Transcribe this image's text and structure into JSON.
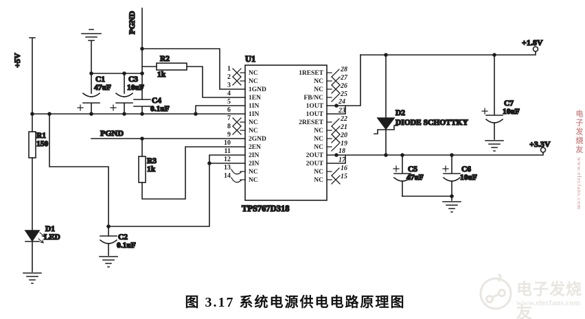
{
  "schematic": {
    "caption": "图 3.17  系统电源供电电路原理图",
    "nets": {
      "vin": "+5V",
      "pgnd_top": "PGND",
      "pgnd_mid": "PGND",
      "vout1": "+1.8V",
      "vout2": "+3.3V"
    },
    "components": {
      "u1": {
        "ref": "U1",
        "part": "TPS767D318"
      },
      "r1": {
        "ref": "R1",
        "value": "150"
      },
      "r2": {
        "ref": "R2",
        "value": "1k"
      },
      "r3": {
        "ref": "R3",
        "value": "1k"
      },
      "c1": {
        "ref": "C1",
        "value": "47uF"
      },
      "c2": {
        "ref": "C2",
        "value": "0.1uF"
      },
      "c3": {
        "ref": "C3",
        "value": "10uF"
      },
      "c4": {
        "ref": "C4",
        "value": "0.1uF"
      },
      "c5": {
        "ref": "C5",
        "value": "47uF"
      },
      "c6": {
        "ref": "C6",
        "value": "10uF"
      },
      "c7": {
        "ref": "C7",
        "value": "10uF"
      },
      "d1": {
        "ref": "D1",
        "value": "LED"
      },
      "d2": {
        "ref": "D2",
        "value": "DIODE SCHOTTKY"
      }
    },
    "ic": {
      "left_pins": [
        {
          "num": "1",
          "label": "NC"
        },
        {
          "num": "2",
          "label": "NC"
        },
        {
          "num": "3",
          "label": "1GND"
        },
        {
          "num": "4",
          "label": "1EN"
        },
        {
          "num": "5",
          "label": "1IN"
        },
        {
          "num": "6",
          "label": "1IN"
        },
        {
          "num": "7",
          "label": "NC"
        },
        {
          "num": "8",
          "label": "NC"
        },
        {
          "num": "9",
          "label": "2GND"
        },
        {
          "num": "10",
          "label": "2EN"
        },
        {
          "num": "11",
          "label": "2IN"
        },
        {
          "num": "12",
          "label": "2IN"
        },
        {
          "num": "13",
          "label": "NC"
        },
        {
          "num": "14",
          "label": "NC"
        }
      ],
      "right_pins": [
        {
          "num": "28",
          "label": "1RESET"
        },
        {
          "num": "27",
          "label": "NC"
        },
        {
          "num": "26",
          "label": "NC"
        },
        {
          "num": "25",
          "label": "FB/NC"
        },
        {
          "num": "24",
          "label": "1OUT"
        },
        {
          "num": "23",
          "label": "1OUT"
        },
        {
          "num": "22",
          "label": "2RESET"
        },
        {
          "num": "21",
          "label": "NC"
        },
        {
          "num": "20",
          "label": "NC"
        },
        {
          "num": "19",
          "label": "NC"
        },
        {
          "num": "18",
          "label": "2OUT"
        },
        {
          "num": "17",
          "label": "2OUT"
        },
        {
          "num": "16",
          "label": "NC"
        },
        {
          "num": "15",
          "label": "NC"
        }
      ]
    }
  },
  "watermark": {
    "brand": "电子发烧友",
    "url": "www.elecfans.com",
    "side_brand": "电子发烧友",
    "side_url": "www.elecfans.com"
  },
  "colors": {
    "ink": "#1c1c1c",
    "paper": "#ffffff",
    "watermark_gray": "#e9e6e2",
    "watermark_red": "#cf9090"
  }
}
